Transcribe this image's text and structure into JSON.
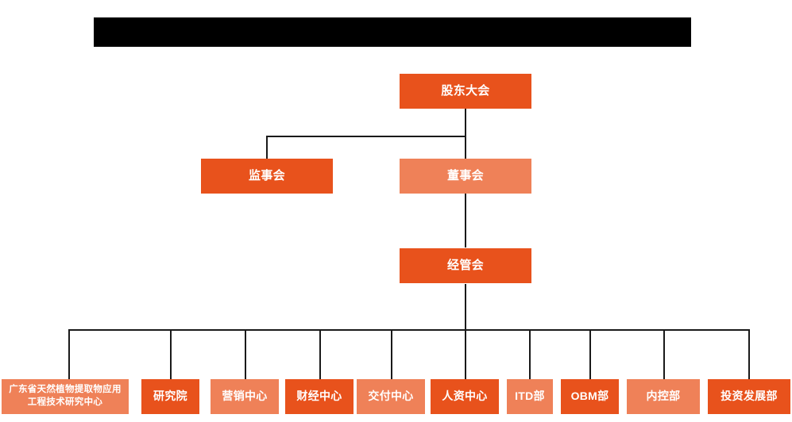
{
  "document": {
    "type": "organization-chart",
    "title_banner": {
      "state": "redacted",
      "text": ""
    },
    "palette": {
      "dark_orange": "#E8521C",
      "light_orange": "#EF8158",
      "line": "#1A1A1A",
      "background": "#FFFFFF",
      "banner": "#000000",
      "label_text": "#FFFFFF"
    }
  },
  "nodes": {
    "shareholders_meeting": {
      "label": "股东大会",
      "tone": "dark"
    },
    "board_of_supervisors": {
      "label": "监事会",
      "tone": "dark"
    },
    "board_of_directors": {
      "label": "董事会",
      "tone": "light"
    },
    "management_committee": {
      "label": "经管会",
      "tone": "dark"
    }
  },
  "departments": [
    {
      "label": "广东省天然植物提取物应用工程技术研究中心",
      "tone": "light"
    },
    {
      "label": "研究院",
      "tone": "dark"
    },
    {
      "label": "营销中心",
      "tone": "light"
    },
    {
      "label": "财经中心",
      "tone": "dark"
    },
    {
      "label": "交付中心",
      "tone": "light"
    },
    {
      "label": "人资中心",
      "tone": "dark"
    },
    {
      "label": "ITD部",
      "tone": "light"
    },
    {
      "label": "OBM部",
      "tone": "dark"
    },
    {
      "label": "内控部",
      "tone": "light"
    },
    {
      "label": "投资发展部",
      "tone": "dark"
    }
  ]
}
